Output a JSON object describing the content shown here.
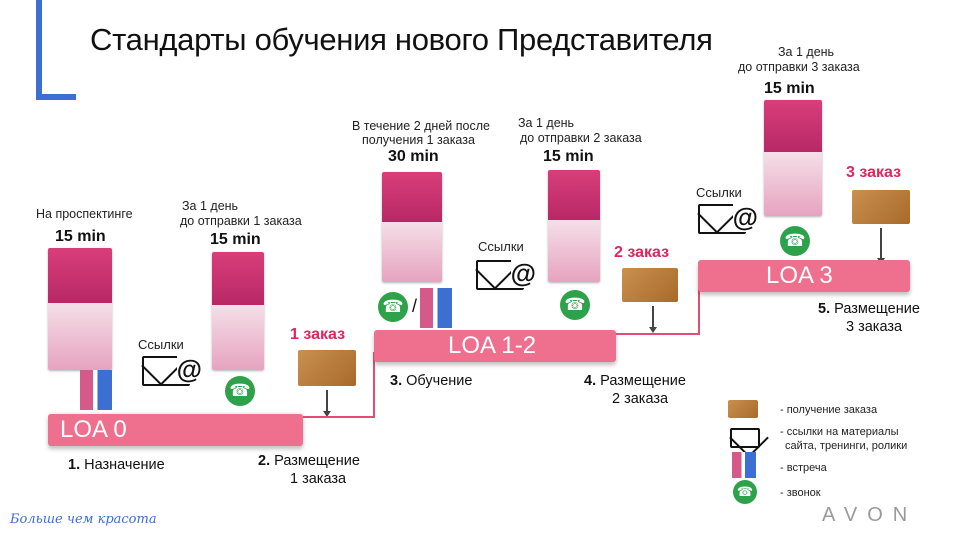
{
  "title": "Стандарты обучения нового Представителя",
  "labels": {
    "prospect": "На проспектинге",
    "before1_l1": "За 1 день",
    "before1_l2": "до отправки 1 заказа",
    "within2_l1": "В течение 2 дней после",
    "within2_l2": "получения 1 заказа",
    "before2_l1": "За 1 день",
    "before2_l2": "до отправки 2 заказа",
    "before3_l1": "За 1 день",
    "before3_l2": "до отправки 3 заказа"
  },
  "times": {
    "t1": "15 min",
    "t2": "15 min",
    "t3": "30 min",
    "t4": "15 min",
    "t5": "15 min"
  },
  "orders": {
    "o1": "1 заказ",
    "o2": "2 заказ",
    "o3": "3 заказ"
  },
  "links": {
    "l1": "Ссылки",
    "l2": "Ссылки",
    "l3": "Ссылки"
  },
  "bars": {
    "loa0": "LOA 0",
    "loa12": "LOA 1-2",
    "loa3": "LOA 3"
  },
  "steps": {
    "s1_num": "1.",
    "s1_text": "Назначение",
    "s2_num": "2.",
    "s2_l1": "Размещение",
    "s2_l2": "1 заказа",
    "s3_num": "3.",
    "s3_text": "Обучение",
    "s4_num": "4.",
    "s4_l1": "Размещение",
    "s4_l2": "2 заказа",
    "s5_num": "5.",
    "s5_l1": "Размещение",
    "s5_l2": "3 заказа"
  },
  "slash": "/",
  "legend": {
    "box": "- получение заказа",
    "mail_l1": "- ссылки на материалы",
    "mail_l2": "сайта, тренинги, ролики",
    "people": "- встреча",
    "phone": "- звонок"
  },
  "footer": {
    "slogan": "Больше чем красота",
    "brand": "AVON"
  },
  "colors": {
    "accent_blue": "#3b6fd1",
    "bar_pink": "#ef6f8e",
    "order_red": "#e0245e",
    "phone_green": "#2ea24a"
  }
}
